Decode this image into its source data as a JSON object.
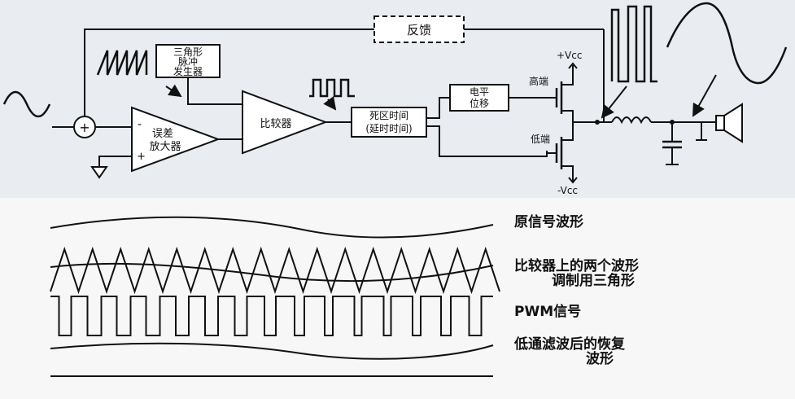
{
  "diagram": {
    "feedback_label": "反馈",
    "triangle_gen_lines": [
      "三角形",
      "脉冲",
      "发生器"
    ],
    "error_amp_lines": [
      "误差",
      "放大器"
    ],
    "error_amp_minus": "-",
    "error_amp_plus": "+",
    "summer_symbol": "+",
    "comparator_label": "比较器",
    "deadtime_lines": [
      "死区时间",
      "(延时时间)"
    ],
    "level_shift_lines": [
      "电平",
      "位移"
    ],
    "high_side_label": "高端",
    "low_side_label": "低端",
    "vcc_pos": "+Vcc",
    "vcc_neg": "-Vcc"
  },
  "waveform_captions": {
    "original": "原信号波形",
    "compare_line1": "比较器上的两个波形",
    "compare_line2": "调制用三角形",
    "pwm": "PWM信号",
    "filtered_line1": "低通滤波后的恢复",
    "filtered_line2": "波形"
  },
  "colors": {
    "top_bg": "#e9ecf1",
    "bottom_bg": "#f7f7f7",
    "ink": "#111111"
  }
}
